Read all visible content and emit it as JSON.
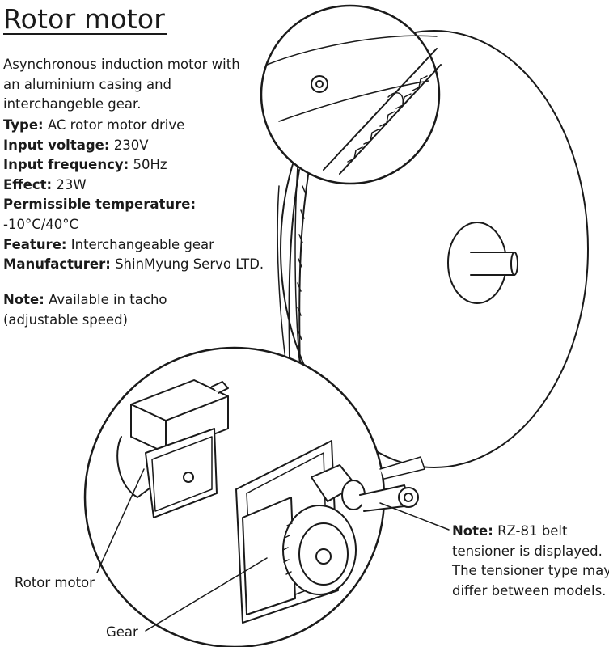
{
  "title": "Rotor motor",
  "intro": [
    "Asynchronous induction motor with",
    "an aluminium casing and",
    "interchangeble gear."
  ],
  "specs": [
    {
      "label": "Type:",
      "value": " AC rotor motor drive"
    },
    {
      "label": "Input voltage:",
      "value": " 230V"
    },
    {
      "label": "Input frequency:",
      "value": " 50Hz"
    },
    {
      "label": "Effect:",
      "value": " 23W"
    },
    {
      "label": "Permissible temperature:",
      "value": ""
    },
    {
      "label": "",
      "value": "-10°C/40°C"
    },
    {
      "label": "Feature:",
      "value": " Interchangeable gear"
    },
    {
      "label": "Manufacturer:",
      "value": " ShinMyung Servo LTD."
    }
  ],
  "note_available": {
    "label": "Note:",
    "lines": [
      " Available in tacho",
      "(adjustable speed)"
    ]
  },
  "callouts": {
    "rotor_motor": "Rotor motor",
    "gear": "Gear"
  },
  "note_tensioner": {
    "label": "Note:",
    "lines": [
      " RZ-81 belt",
      "tensioner is displayed.",
      "The tensioner type may",
      "differ between models."
    ]
  }
}
